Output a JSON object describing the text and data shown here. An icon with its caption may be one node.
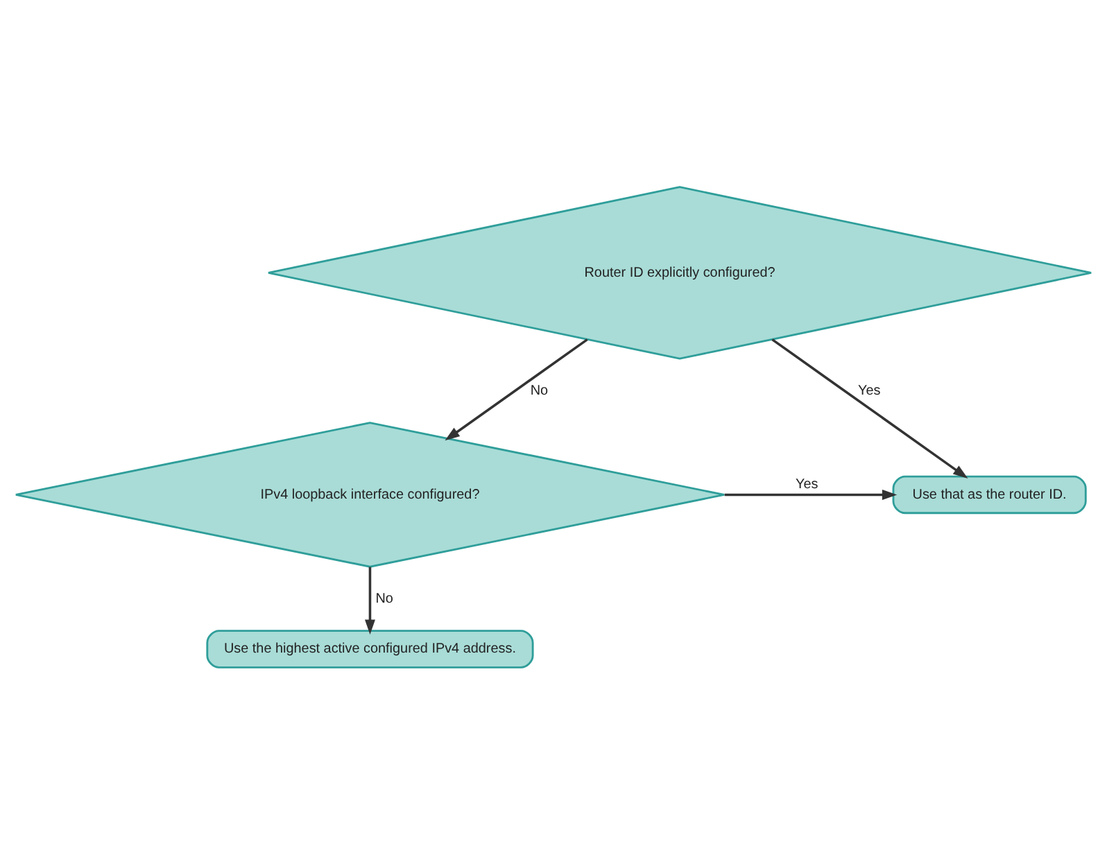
{
  "diagram": {
    "nodes": [
      {
        "text": [
          "Router ID explicitly configured?"
        ]
      },
      {
        "text": [
          "IPv4 loopback interface configured?"
        ]
      },
      {
        "text": [
          "Use that as the router ID."
        ]
      },
      {
        "text": [
          "Use the highest active configured IPv4 address."
        ]
      }
    ],
    "edges": [
      {
        "from": 0,
        "to": 2,
        "arrow": "to",
        "label": "Yes"
      },
      {
        "from": 0,
        "to": 1,
        "arrow": "to",
        "label": "No"
      },
      {
        "from": 1,
        "to": 2,
        "arrow": "to",
        "label": "Yes"
      },
      {
        "from": 1,
        "to": 3,
        "arrow": "to",
        "label": "No"
      }
    ]
  }
}
